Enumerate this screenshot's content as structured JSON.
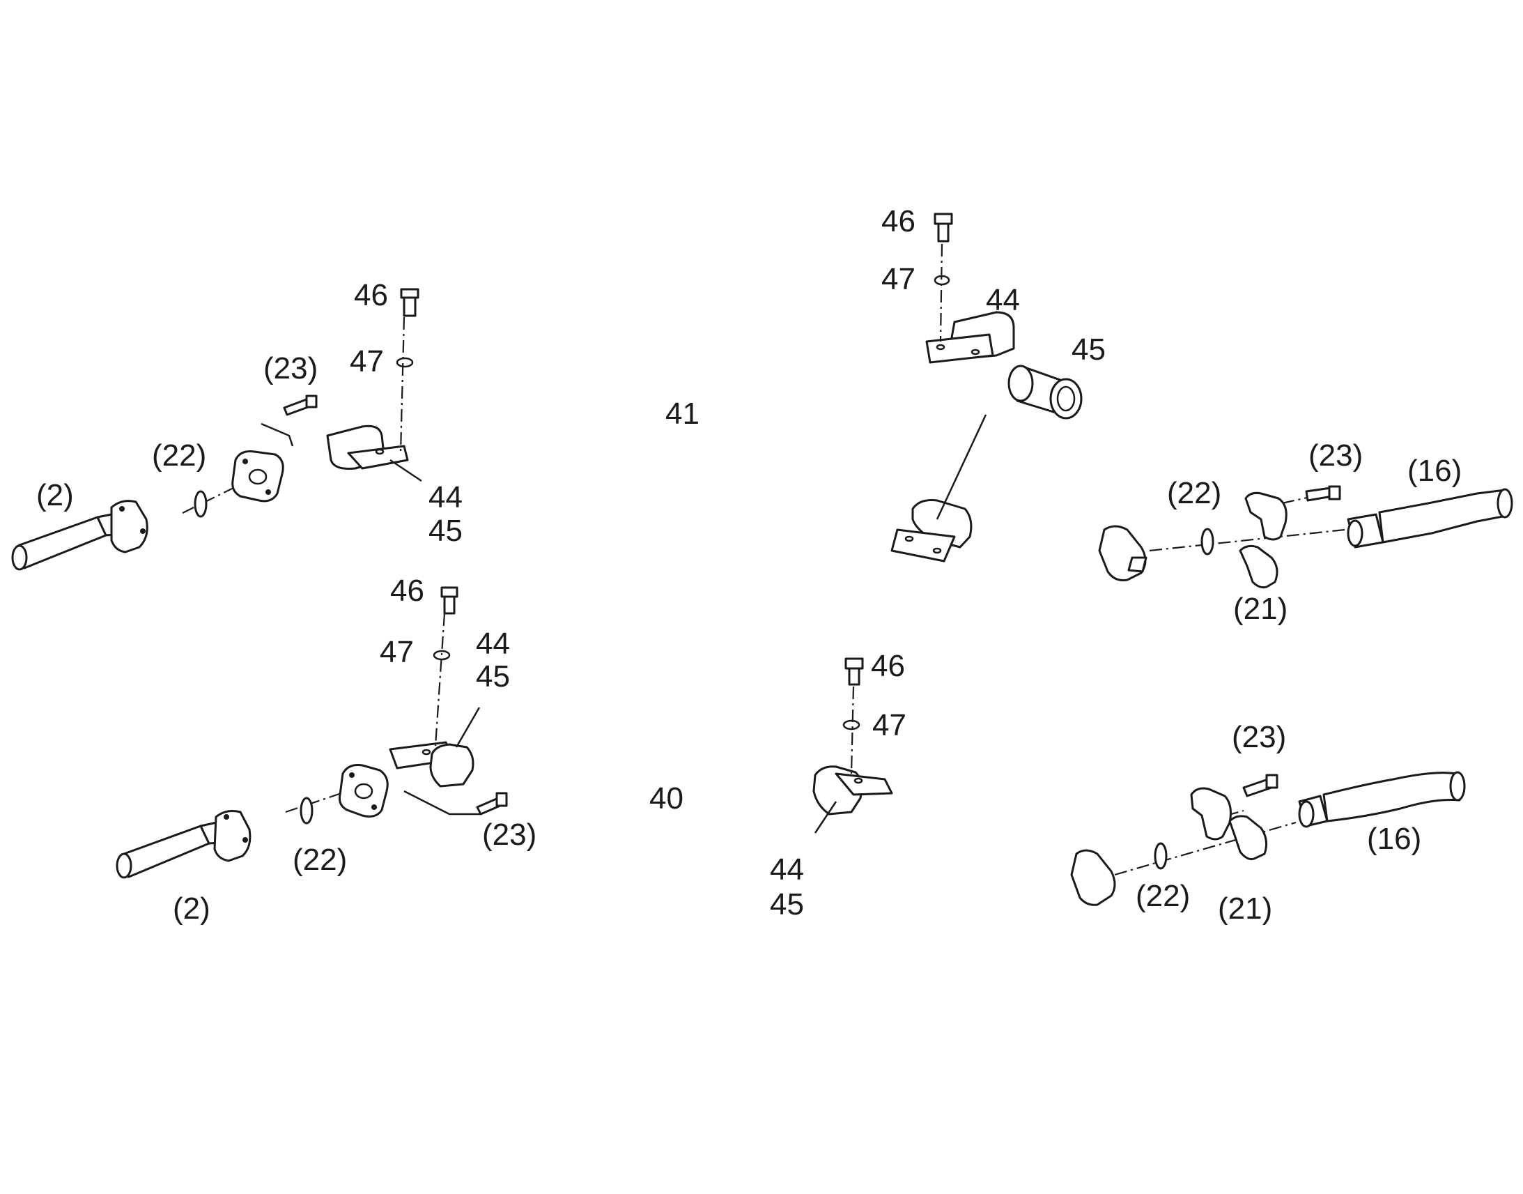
{
  "diagram": {
    "labels": {
      "top_screw_right": "46",
      "top_washer_right": "47",
      "top_clamp_right": "44",
      "top_sleeve_right": "45",
      "top_screw_left": "46",
      "top_washer_left": "47",
      "top_bolt_left": "(23)",
      "top_oring_left": "(22)",
      "top_hose_left": "(2)",
      "top_pipe": "41",
      "top_clamp_left_a": "44",
      "top_clamp_left_b": "45",
      "top_oring_right": "(22)",
      "top_bolt_right": "(23)",
      "top_hose_right": "(16)",
      "top_flange_right": "(21)",
      "bot_screw_left": "46",
      "bot_washer_left": "47",
      "bot_clamp_left_a": "44",
      "bot_clamp_left_b": "45",
      "bot_screw_right": "46",
      "bot_washer_right": "47",
      "bot_bolt_right": "(23)",
      "bot_pipe": "40",
      "bot_oring_left": "(22)",
      "bot_bolt_left": "(23)",
      "bot_hose_left": "(2)",
      "bot_clamp_right_a": "44",
      "bot_clamp_right_b": "45",
      "bot_hose_right": "(16)",
      "bot_oring_right": "(22)",
      "bot_flange_right": "(21)"
    }
  }
}
